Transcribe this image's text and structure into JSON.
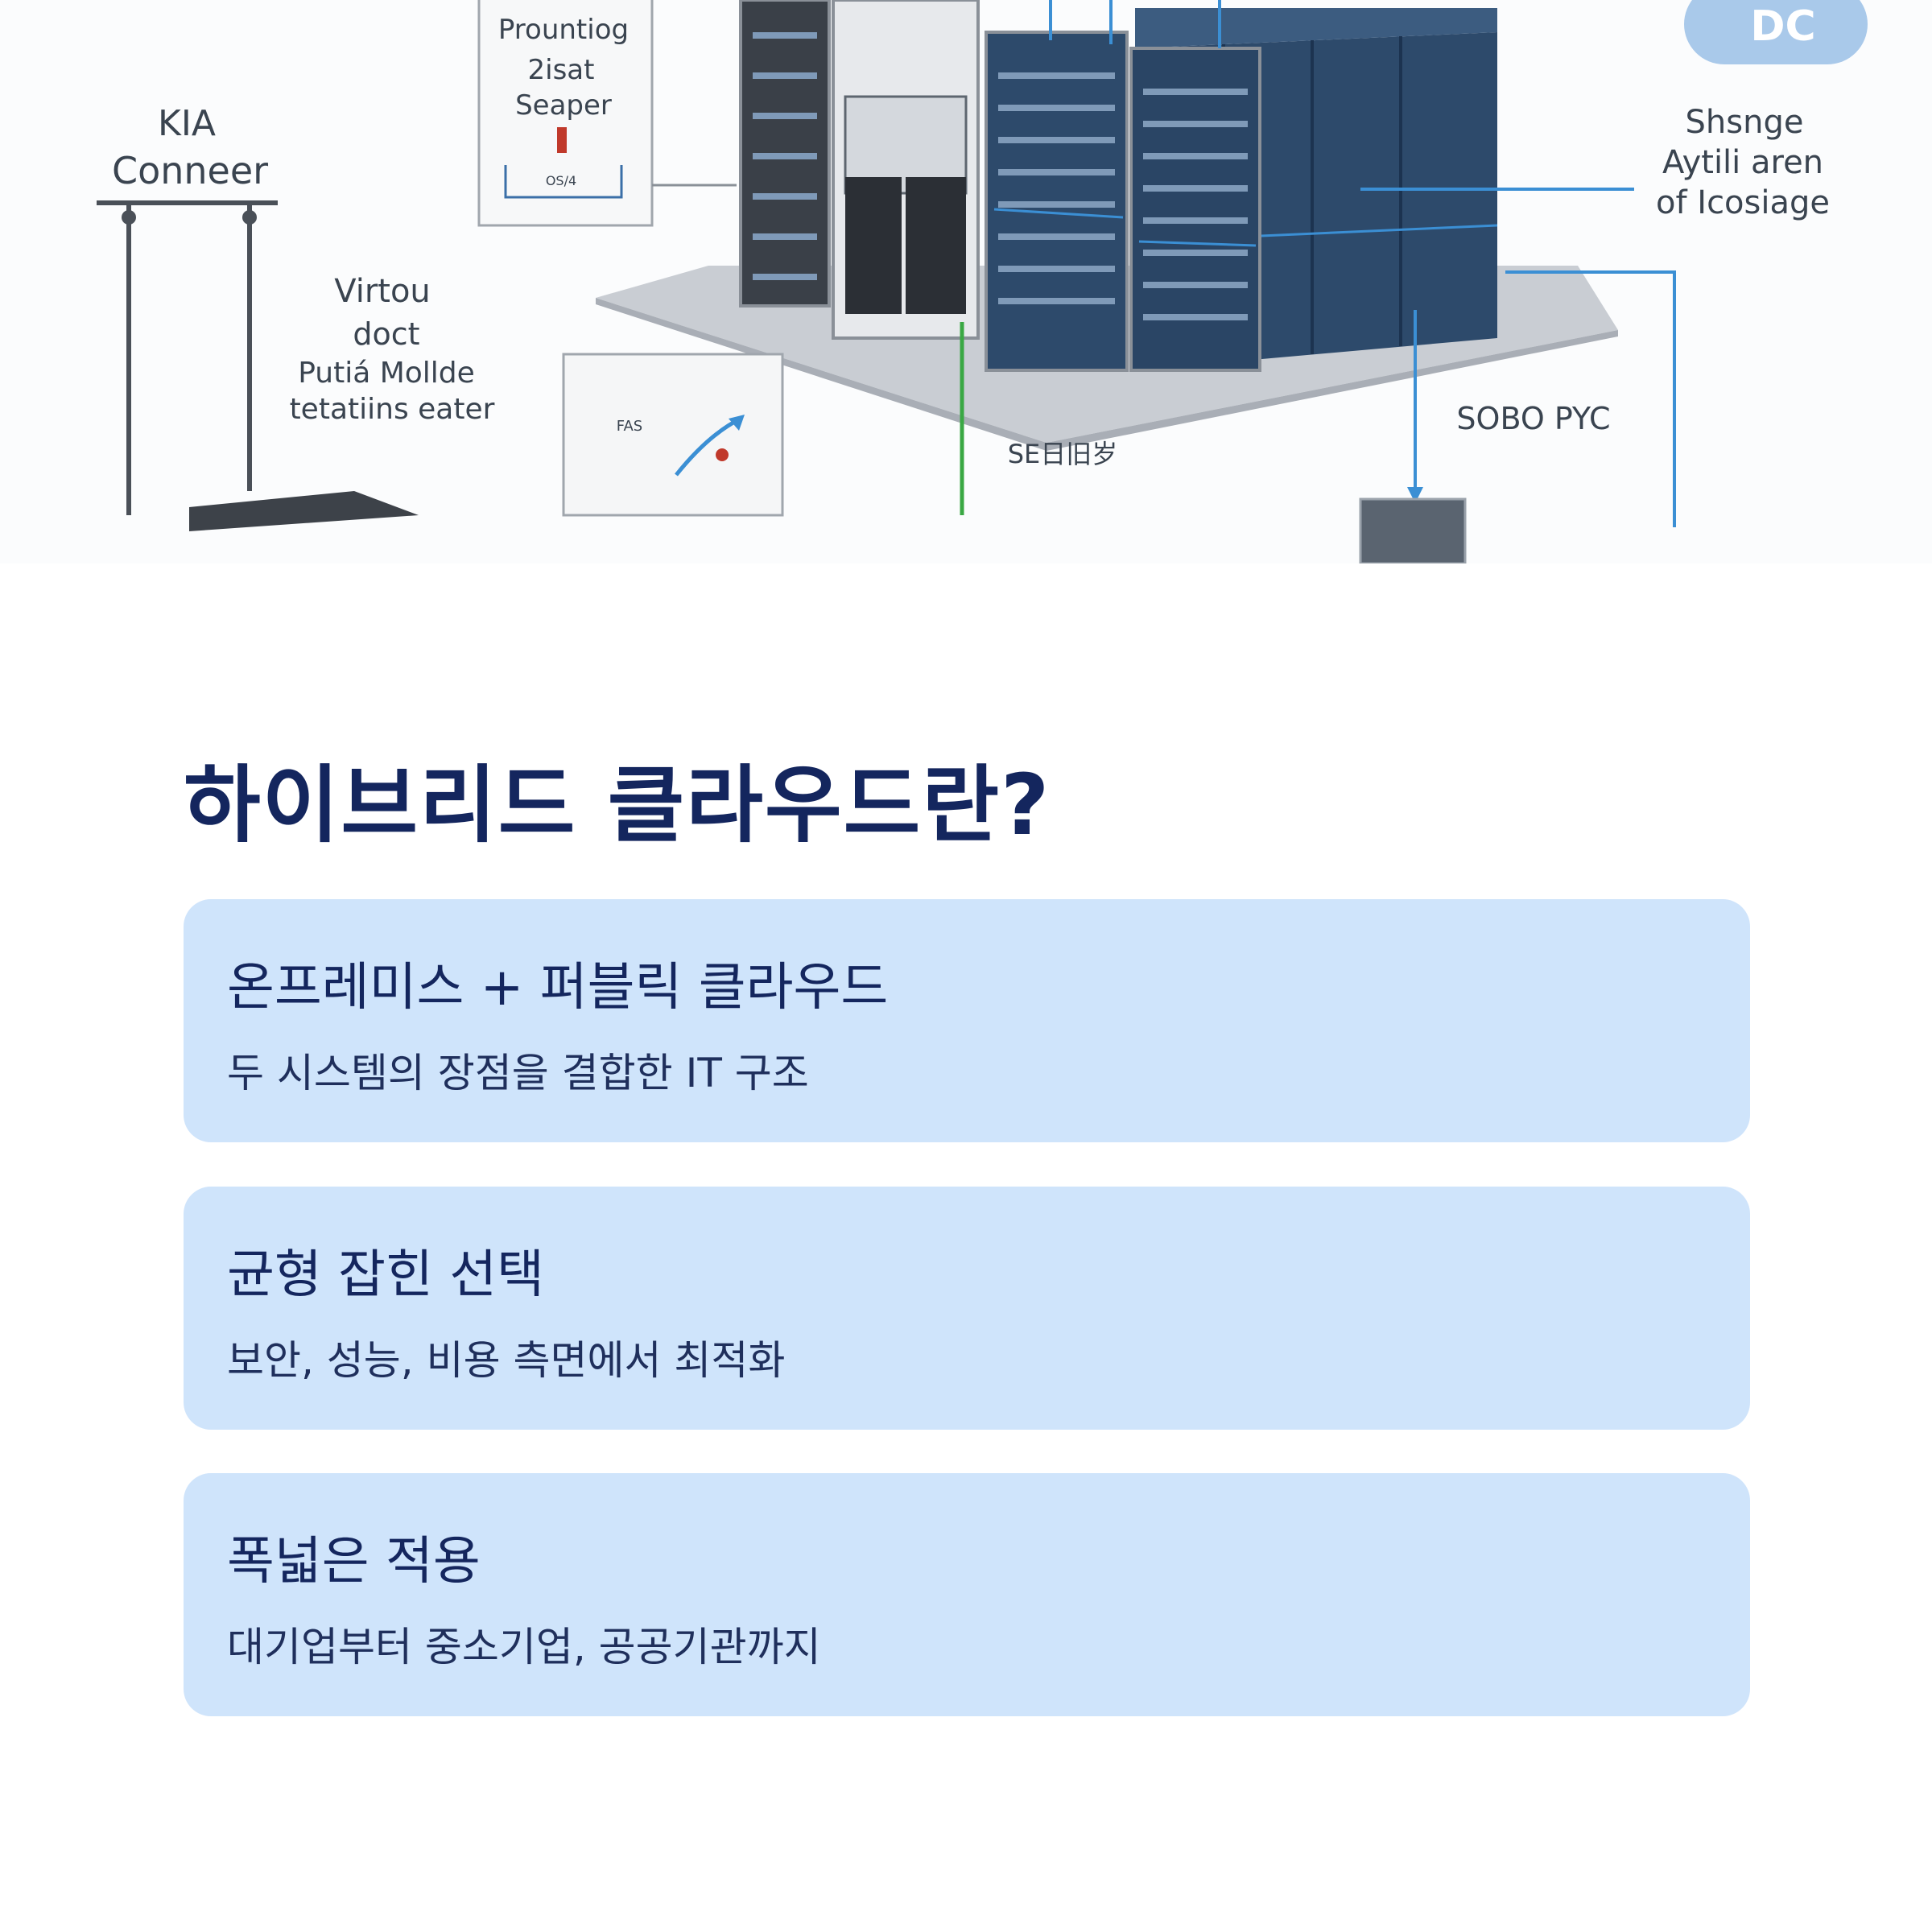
{
  "diagram": {
    "labels": {
      "kia": "KIA",
      "conneer": "Conneer",
      "prountiog": "Prountiog",
      "zisat": "2isat",
      "seaper": "Seaper",
      "os4": "OS/4",
      "virtou": "Virtou",
      "doct": "doct",
      "putia": "Putiá Mollde",
      "tetatiins": "tetatiins eater",
      "dc": "DC",
      "shsnge": "Shsnge",
      "aytili": "Aytili aren",
      "icosiage": "of Icosiage",
      "sobo": "SOBO PYC",
      "se": "SE日旧岁",
      "fas": "FAS"
    }
  },
  "section": {
    "title": "하이브리드 클라우드란?"
  },
  "cards": [
    {
      "heading": "온프레미스 + 퍼블릭 클라우드",
      "body": "두 시스템의 장점을 결합한 IT 구조"
    },
    {
      "heading": "균형 잡힌 선택",
      "body": "보안, 성능, 비용 측면에서 최적화"
    },
    {
      "heading": "폭넓은 적용",
      "body": "대기업부터 중소기업, 공공기관까지"
    }
  ],
  "colors": {
    "title": "#14265e",
    "card_bg": "#cfe4fb",
    "rack": "#2d4a6b",
    "accent_blue": "#3b8fd4",
    "accent_green": "#3aa844"
  }
}
